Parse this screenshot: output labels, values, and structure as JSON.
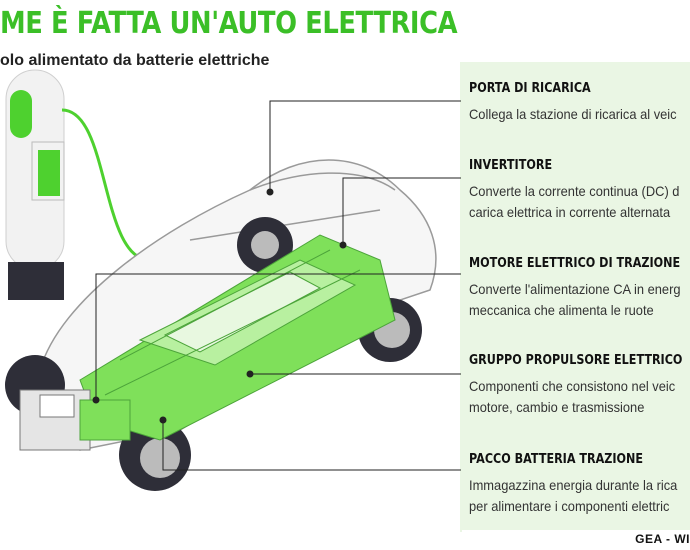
{
  "header": {
    "title": "ME È FATTA UN'AUTO ELETTRICA",
    "subtitle": "olo alimentato da batterie elettriche"
  },
  "components": [
    {
      "label": "PORTA DI RICARICA",
      "desc": [
        "Collega la stazione di ricarica al veic"
      ]
    },
    {
      "label": "INVERTITORE",
      "desc": [
        "Converte la corrente continua (DC) d",
        "carica elettrica in corrente alternata"
      ]
    },
    {
      "label": "MOTORE ELETTRICO DI TRAZIONE",
      "desc": [
        "Converte l'alimentazione CA in energ",
        "meccanica che alimenta le ruote"
      ]
    },
    {
      "label": "GRUPPO PROPULSORE ELETTRICO",
      "desc": [
        "Componenti che consistono nel veic",
        "motore, cambio e trasmissione"
      ]
    },
    {
      "label": "PACCO BATTERIA TRAZIONE",
      "desc": [
        "Immagazzina energia durante la rica",
        "per alimentare i componenti elettric"
      ]
    }
  ],
  "credit": "GEA - WI",
  "colors": {
    "accent": "#3bbf27",
    "battery": "#7fe05a",
    "panel": "#eaf6e4"
  }
}
